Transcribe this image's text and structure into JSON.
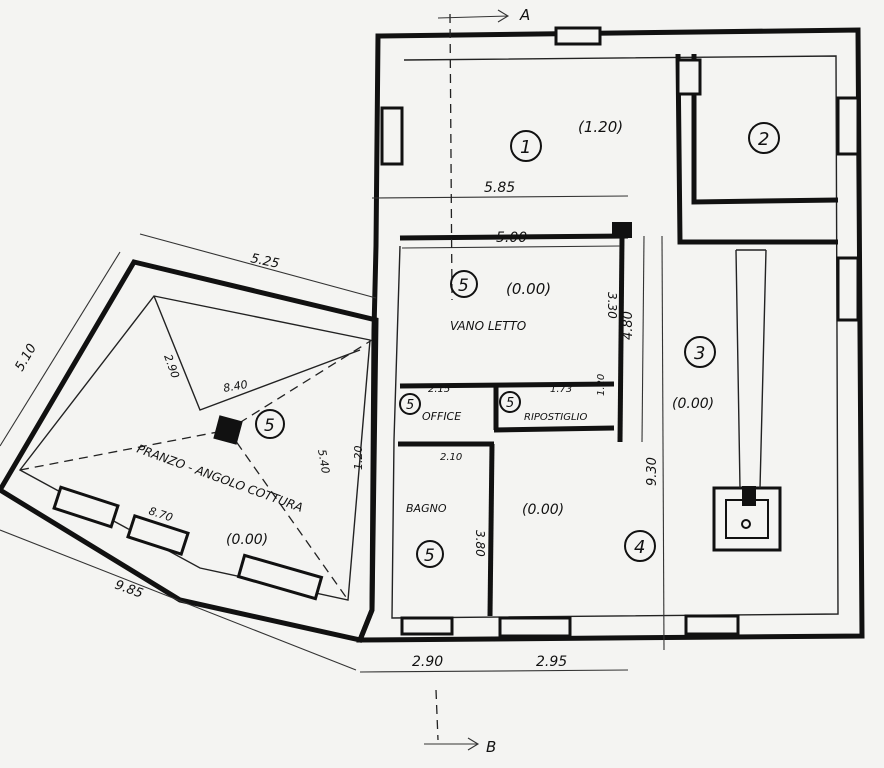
{
  "sections": {
    "a": "A",
    "b": "B"
  },
  "rooms": {
    "r1": {
      "number": "1",
      "level": "(1.20)"
    },
    "r2": {
      "number": "2"
    },
    "r3": {
      "number": "3",
      "level": "(0.00)"
    },
    "r4": {
      "number": "4",
      "level": "(0.00)"
    },
    "vano_letto": {
      "number": "5",
      "level": "(0.00)",
      "name": "VANO LETTO"
    },
    "office": {
      "number": "5",
      "name": "OFFICE"
    },
    "ripostiglio": {
      "number": "5",
      "name": "RIPOSTIGLIO"
    },
    "bagno": {
      "number": "5",
      "name": "BAGNO"
    },
    "pranzo": {
      "number": "5",
      "level": "(0.00)",
      "name": "PRANZO - ANGOLO COTTURA"
    }
  },
  "dimensions": {
    "d585": "5.85",
    "d500": "5.00",
    "d330": "3.30",
    "d480": "4.80",
    "d215": "2.15",
    "d173": "1.73",
    "d120": "1.20",
    "d210": "2.10",
    "d380": "3.80",
    "d930": "9.30",
    "d290": "2.90",
    "d295": "2.95",
    "d525": "5.25",
    "d510": "5.10",
    "d290b": "2.90",
    "d840": "8.40",
    "d540": "5.40",
    "d870": "8.70",
    "d985": "9.85",
    "d120b": "1.20"
  }
}
